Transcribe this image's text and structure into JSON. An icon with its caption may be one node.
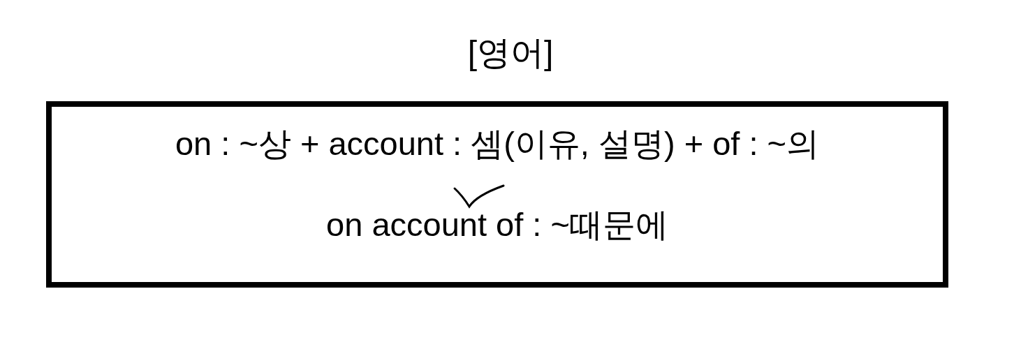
{
  "diagram": {
    "title": "[영어]",
    "nodes": [
      {
        "text": [
          "on : ~상 + account : 셈(이유, 설명) + of : ~의",
          "on account of : ~때문에"
        ]
      }
    ]
  }
}
